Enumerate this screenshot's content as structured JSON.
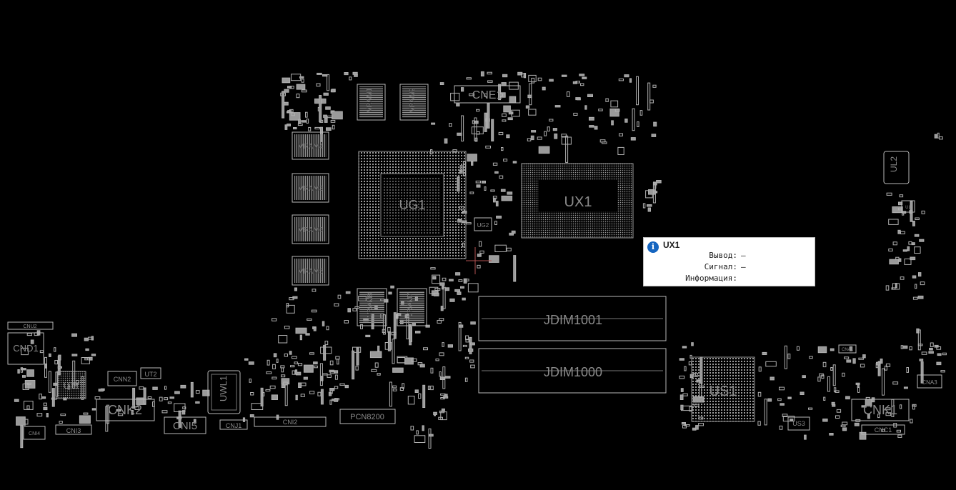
{
  "board": {
    "components": {
      "cne1": "CNE1",
      "vram1": "VRAM1",
      "vram2": "VRAM2",
      "vram3": "VRAM3",
      "vram4": "VRAM4",
      "vram5": "VRAM5",
      "vram6": "VRAM6",
      "vram7": "VRAM7",
      "vram8": "VRAM8",
      "ug1": "UG1",
      "ug2": "UG2",
      "ux1": "UX1",
      "ul2": "UL2",
      "ul": "UL",
      "jdim1001": "JDIM1001",
      "jdim1000": "JDIM1000",
      "us1": "US1",
      "us3": "US3",
      "cnk1": "CNK1",
      "cnc1": "CNC1",
      "cna3": "CNA3",
      "cna1": "CNA1",
      "cnd1": "CND1",
      "cnu2": "CNU2",
      "ut1": "UT1",
      "ut2": "UT2",
      "cnk2": "CNK2",
      "cnn2": "CNN2",
      "cni3": "CNI3",
      "cni4": "CNI4",
      "cni5": "CNI5",
      "uwl1": "UWL1",
      "cnj1": "CNJ1",
      "cni2": "CNI2",
      "pcn8200": "PCN8200"
    },
    "colors": {
      "outline": "#b8b8b8",
      "text": "#8a8a8a",
      "background": "#000000"
    }
  },
  "tooltip": {
    "icon": "info-icon",
    "title": "UX1",
    "rows": [
      {
        "label": "Вывод:",
        "value": "—"
      },
      {
        "label": "Сигнал:",
        "value": "—"
      },
      {
        "label": "Информация:",
        "value": ""
      }
    ]
  }
}
